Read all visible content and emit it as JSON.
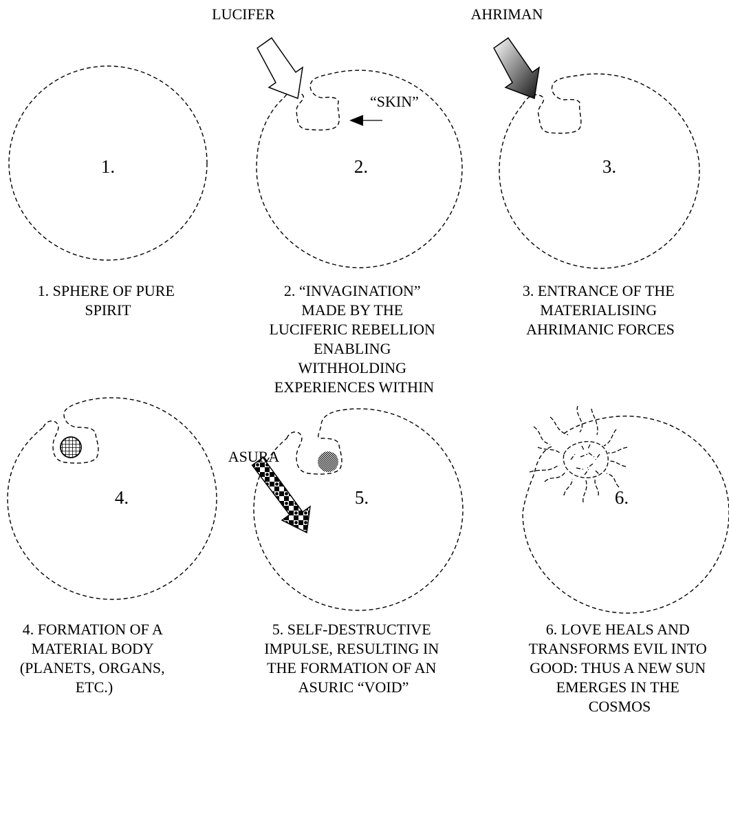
{
  "panels": [
    {
      "number": "1.",
      "caption": [
        "1. SPHERE OF PURE",
        "SPIRIT"
      ]
    },
    {
      "number": "2.",
      "arrow_label": "LUCIFER",
      "skin_label": "“SKIN”",
      "caption": [
        "2. “INVAGINATION”",
        "MADE BY THE",
        "LUCIFERIC REBELLION",
        "ENABLING",
        "WITHHOLDING",
        "EXPERIENCES WITHIN"
      ]
    },
    {
      "number": "3.",
      "arrow_label": "AHRIMAN",
      "caption": [
        "3. ENTRANCE OF THE",
        "MATERIALISING",
        "AHRIMANIC FORCES"
      ]
    },
    {
      "number": "4.",
      "caption": [
        "4. FORMATION OF A",
        "MATERIAL BODY",
        "(PLANETS, ORGANS,",
        "ETC.)"
      ]
    },
    {
      "number": "5.",
      "arrow_label": "ASURA",
      "caption": [
        "5. SELF-DESTRUCTIVE",
        "IMPULSE, RESULTING IN",
        "THE FORMATION OF AN",
        "ASURIC “VOID”"
      ]
    },
    {
      "number": "6.",
      "caption": [
        "6. LOVE HEALS AND",
        "TRANSFORMS EVIL INTO",
        "GOOD: THUS A NEW SUN",
        "EMERGES IN THE",
        "COSMOS"
      ]
    }
  ]
}
